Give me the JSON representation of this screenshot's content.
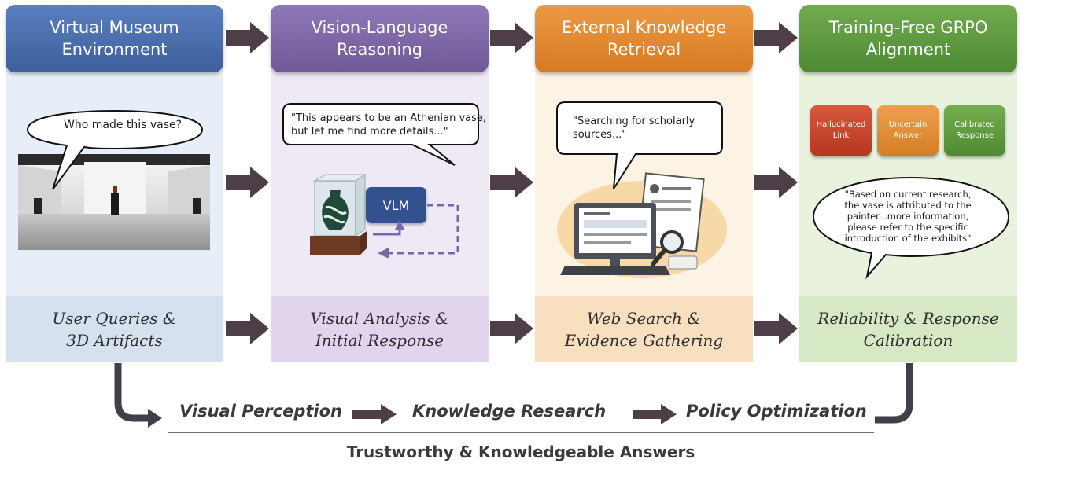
{
  "columns": [
    {
      "title_line1": "Virtual Museum",
      "title_line2": "Environment",
      "footer_line1": "User Queries &",
      "footer_line2": "3D Artifacts",
      "header_color": "#4a6cab"
    },
    {
      "title_line1": "Vision-Language",
      "title_line2": "Reasoning",
      "footer_line1": "Visual Analysis &",
      "footer_line2": "Initial Response",
      "header_color": "#7c66a8"
    },
    {
      "title_line1": "External Knowledge",
      "title_line2": "Retrieval",
      "footer_line1": "Web Search &",
      "footer_line2": "Evidence Gathering",
      "header_color": "#e08a30"
    },
    {
      "title_line1": "Training-Free GRPO",
      "title_line2": "Alignment",
      "footer_line1": "Reliability & Response",
      "footer_line2": "Calibration",
      "header_color": "#5e9a40"
    }
  ],
  "museum": {
    "bubble": "Who made this vase?"
  },
  "vlm": {
    "bubble_line1": "\"This appears to be an Athenian vase,",
    "bubble_line2": "but let me find more details...\"",
    "box_label": "VLM"
  },
  "retrieval": {
    "bubble_line1": "\"Searching for scholarly",
    "bubble_line2": "sources...\""
  },
  "grpo": {
    "tags": [
      {
        "line1": "Hallucinated",
        "line2": "Link",
        "color": "#c8402a"
      },
      {
        "line1": "Uncertain",
        "line2": "Answer",
        "color": "#e08a30"
      },
      {
        "line1": "Calibrated",
        "line2": "Response",
        "color": "#5e9a40"
      }
    ],
    "answer_lines": [
      "\"Based on current research,",
      "the vase is attributed to the",
      "painter...more information,",
      "please refer to the specific",
      "introduction of the exhibits\""
    ]
  },
  "pipeline": {
    "steps": [
      "Visual Perception",
      "Knowledge Research",
      "Policy Optimization"
    ],
    "result": "Trustworthy & Knowledgeable Answers"
  },
  "colors": {
    "arrow": "#4e3e48",
    "connector": "#3e4248"
  }
}
